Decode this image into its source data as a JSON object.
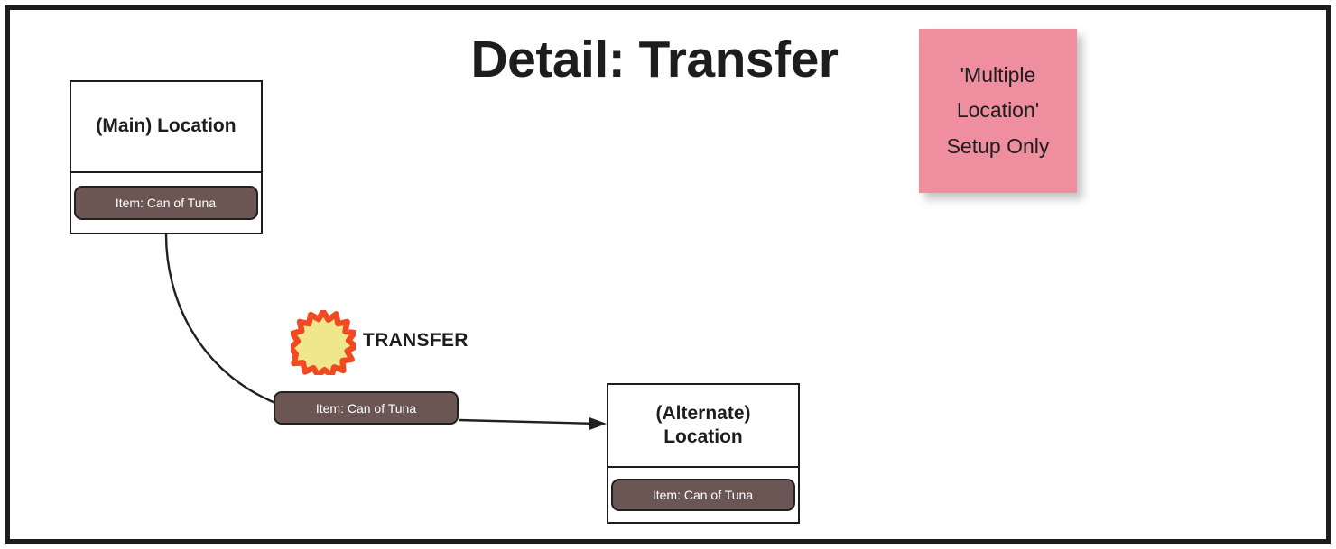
{
  "page": {
    "title": "Detail: Transfer"
  },
  "sticky_note": {
    "name": "multiple-location-note",
    "text": "'Multiple\nLocation'\nSetup Only",
    "color": "#ee8e9e"
  },
  "transfer": {
    "label": "TRANSFER",
    "burst_icon": "starburst-icon",
    "burst_fill": "#f0e68c",
    "burst_stroke": "#f04a23"
  },
  "boxes": {
    "main": {
      "header": "(Main) Location",
      "item": "Item: Can of Tuna"
    },
    "alternate": {
      "header": "(Alternate)\nLocation",
      "item": "Item: Can of Tuna"
    }
  },
  "transit_item": {
    "label": "Item: Can of Tuna"
  },
  "colors": {
    "frame_border": "#1c1c1c",
    "item_chip_fill": "#6b5653",
    "item_chip_text": "#ffffff",
    "connector": "#231f20"
  }
}
